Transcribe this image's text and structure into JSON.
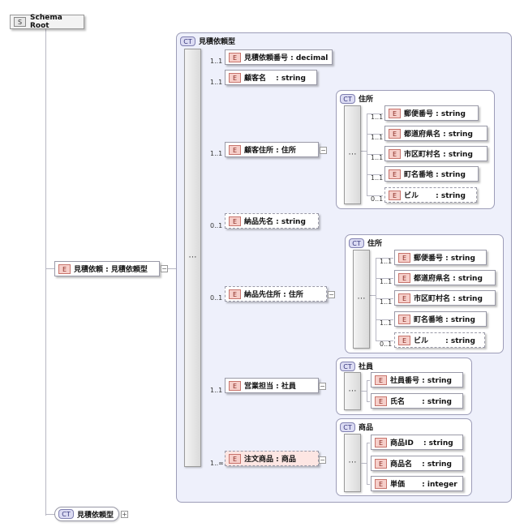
{
  "root": {
    "badge": "S",
    "label": "Schema Root"
  },
  "main_element": {
    "badge": "E",
    "label": "見積依頼 : 見積依頼型"
  },
  "bottom_type": {
    "badge": "CT",
    "label": "見積依頼型"
  },
  "complex_type": {
    "badge": "CT",
    "title": "見積依頼型",
    "children": [
      {
        "card": "1..1",
        "badge": "E",
        "label": "見積依頼番号 : decimal"
      },
      {
        "card": "1..1",
        "badge": "E",
        "label": "顧客名 　: string"
      },
      {
        "card": "1..1",
        "badge": "E",
        "label": "顧客住所 : 住所"
      },
      {
        "card": "0..1",
        "badge": "E",
        "label": "納品先名 : string"
      },
      {
        "card": "0..1",
        "badge": "E",
        "label": "納品先住所 : 住所"
      },
      {
        "card": "1..1",
        "badge": "E",
        "label": "営業担当 : 社員"
      },
      {
        "card": "1..∞",
        "badge": "E",
        "label": "注文商品 : 商品"
      }
    ]
  },
  "address_type_1": {
    "badge": "CT",
    "title": "住所",
    "children": [
      {
        "card": "1..1",
        "badge": "E",
        "label": "郵便番号 : string"
      },
      {
        "card": "1..1",
        "badge": "E",
        "label": "都道府県名 : string"
      },
      {
        "card": "1..1",
        "badge": "E",
        "label": "市区町村名 : string"
      },
      {
        "card": "1..1",
        "badge": "E",
        "label": "町名番地 : string"
      },
      {
        "card": "0..1",
        "badge": "E",
        "label": "ビル 　　: string"
      }
    ]
  },
  "address_type_2": {
    "badge": "CT",
    "title": "住所",
    "children": [
      {
        "card": "1..1",
        "badge": "E",
        "label": "郵便番号 : string"
      },
      {
        "card": "1..1",
        "badge": "E",
        "label": "都道府県名 : string"
      },
      {
        "card": "1..1",
        "badge": "E",
        "label": "市区町村名 : string"
      },
      {
        "card": "1..1",
        "badge": "E",
        "label": "町名番地 : string"
      },
      {
        "card": "0..1",
        "badge": "E",
        "label": "ビル 　　: string"
      }
    ]
  },
  "employee_type": {
    "badge": "CT",
    "title": "社員",
    "children": [
      {
        "badge": "E",
        "label": "社員番号 : string"
      },
      {
        "badge": "E",
        "label": "氏名 　　: string"
      }
    ]
  },
  "product_type": {
    "badge": "CT",
    "title": "商品",
    "children": [
      {
        "badge": "E",
        "label": "商品ID 　: string"
      },
      {
        "badge": "E",
        "label": "商品名 　: string"
      },
      {
        "badge": "E",
        "label": "単価 　　: integer"
      }
    ]
  },
  "icons": {
    "sequence": "sequence-compositor-icon",
    "expand": "plus-icon",
    "collapse": "minus-icon"
  }
}
